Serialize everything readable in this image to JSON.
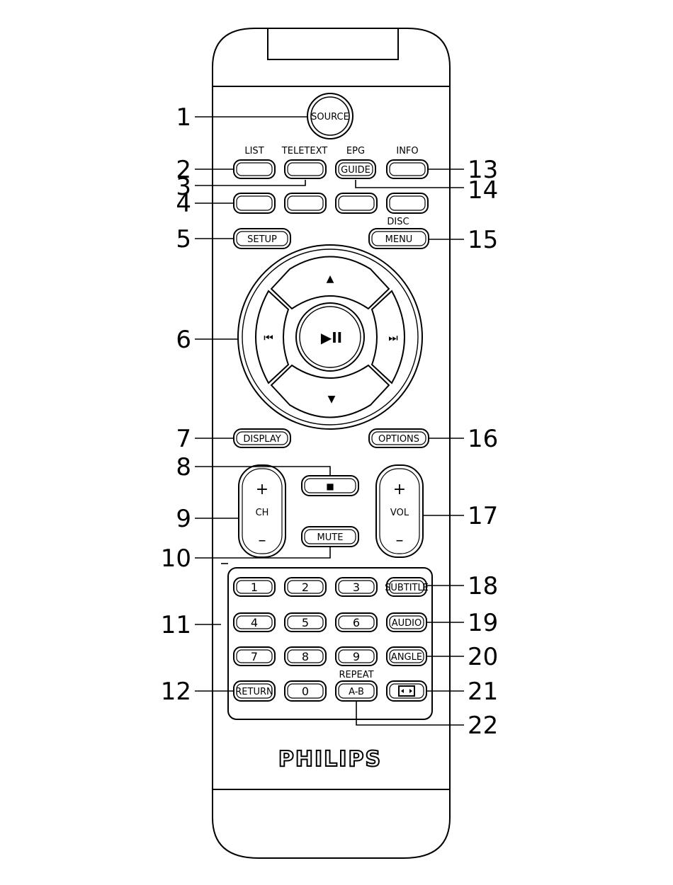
{
  "brand": "PHILIPS",
  "remote": {
    "source": "SOURCE",
    "row1": {
      "top_labels": [
        "LIST",
        "TELETEXT",
        "EPG",
        "INFO"
      ],
      "guide": "GUIDE"
    },
    "setup": "SETUP",
    "disc_menu": {
      "top": "DISC",
      "label": "MENU"
    },
    "nav": {
      "up": "▲",
      "down": "▼",
      "prev": "⏮",
      "next": "⏭",
      "play_pause": "▶II"
    },
    "display": "DISPLAY",
    "options": "OPTIONS",
    "stop": "■",
    "mute": "MUTE",
    "ch": {
      "plus": "+",
      "label": "CH",
      "minus": "–"
    },
    "vol": {
      "plus": "+",
      "label": "VOL",
      "minus": "–"
    },
    "keypad": {
      "rows": [
        [
          "1",
          "2",
          "3",
          "SUBTITLE"
        ],
        [
          "4",
          "5",
          "6",
          "AUDIO"
        ],
        [
          "7",
          "8",
          "9",
          "ANGLE"
        ],
        [
          "RETURN",
          "0",
          "A-B",
          ""
        ]
      ],
      "repeat_label": "REPEAT"
    }
  },
  "callouts": [
    "1",
    "2",
    "3",
    "4",
    "5",
    "6",
    "7",
    "8",
    "9",
    "10",
    "11",
    "12",
    "13",
    "14",
    "15",
    "16",
    "17",
    "18",
    "19",
    "20",
    "21",
    "22"
  ],
  "icons": {
    "zoom": "aspect-ratio-icon"
  }
}
